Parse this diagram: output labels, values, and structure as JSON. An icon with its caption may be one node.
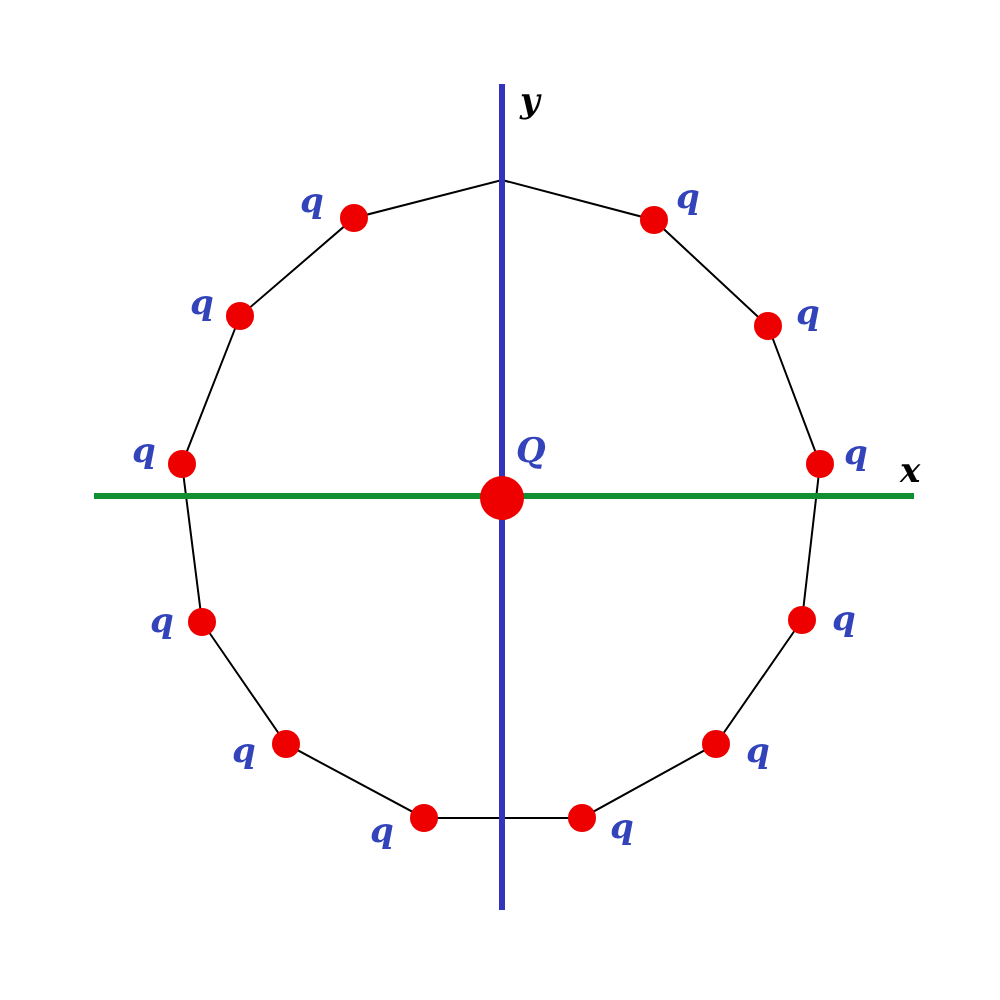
{
  "diagram": {
    "labels": [
      "y",
      "q",
      "q",
      "q",
      "q",
      "q",
      "Q",
      "q",
      "x",
      "q",
      "q",
      "q",
      "q",
      "q",
      "q"
    ]
  }
}
